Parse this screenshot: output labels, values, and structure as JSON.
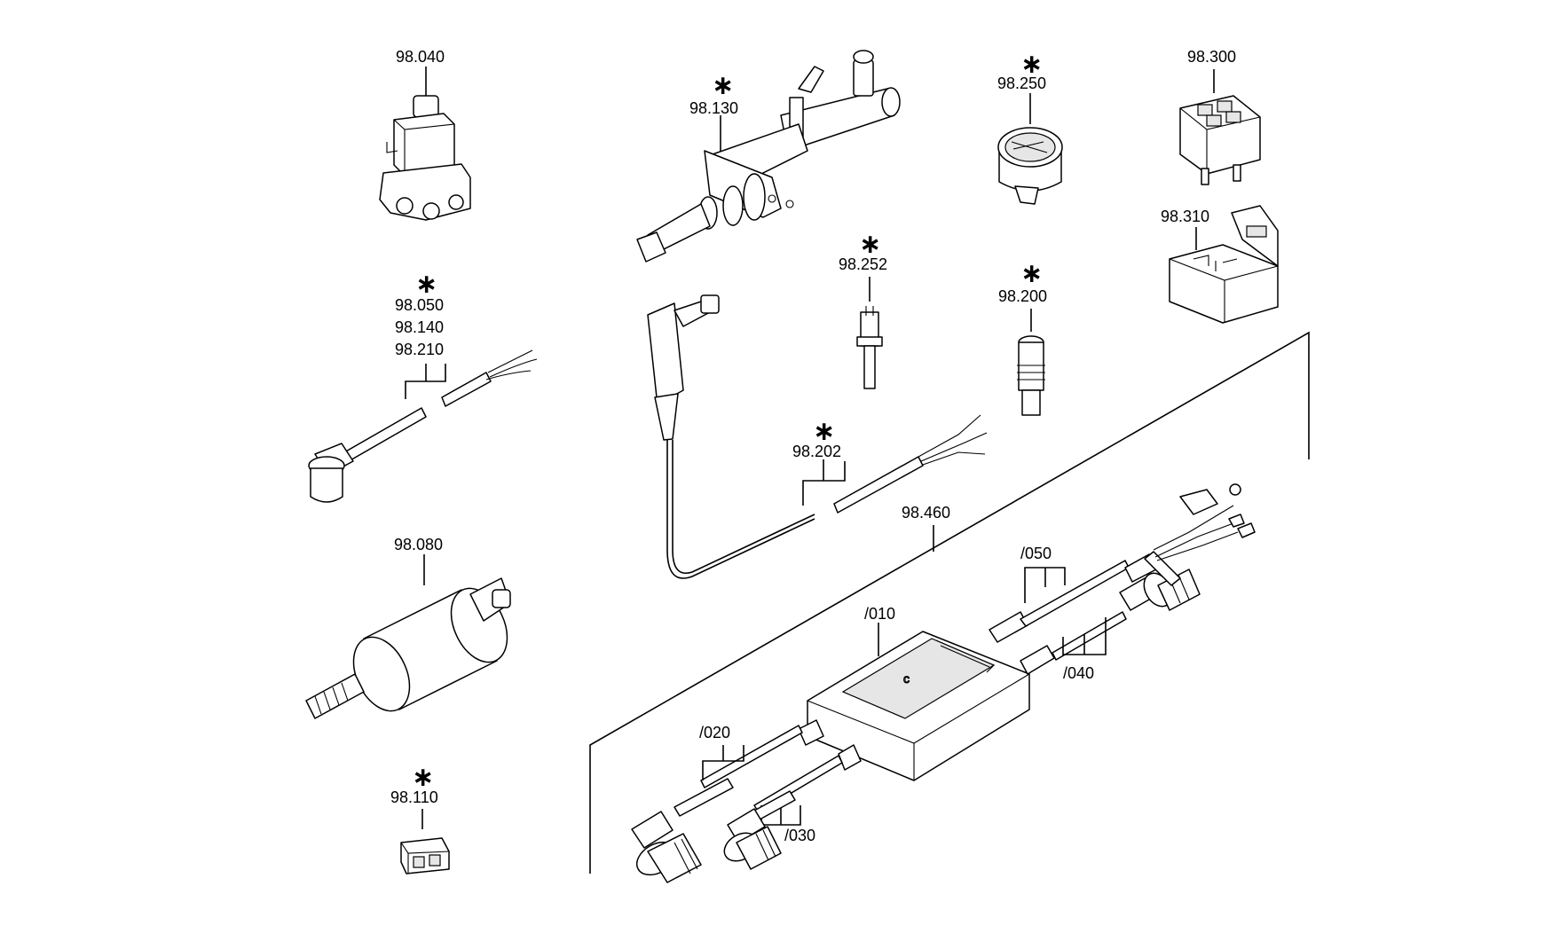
{
  "labels": {
    "p98040": "98.040",
    "p98130": "98.130",
    "p98250": "98.250",
    "p98300": "98.300",
    "p98310": "98.310",
    "p98252": "98.252",
    "p98200": "98.200",
    "p98050": "98.050",
    "p98140": "98.140",
    "p98210": "98.210",
    "p98202": "98.202",
    "p98460": "98.460",
    "p98080": "98.080",
    "p98110": "98.110",
    "s010": "/010",
    "s020": "/020",
    "s030": "/030",
    "s040": "/040",
    "s050": "/050"
  },
  "asterisk": "∗"
}
